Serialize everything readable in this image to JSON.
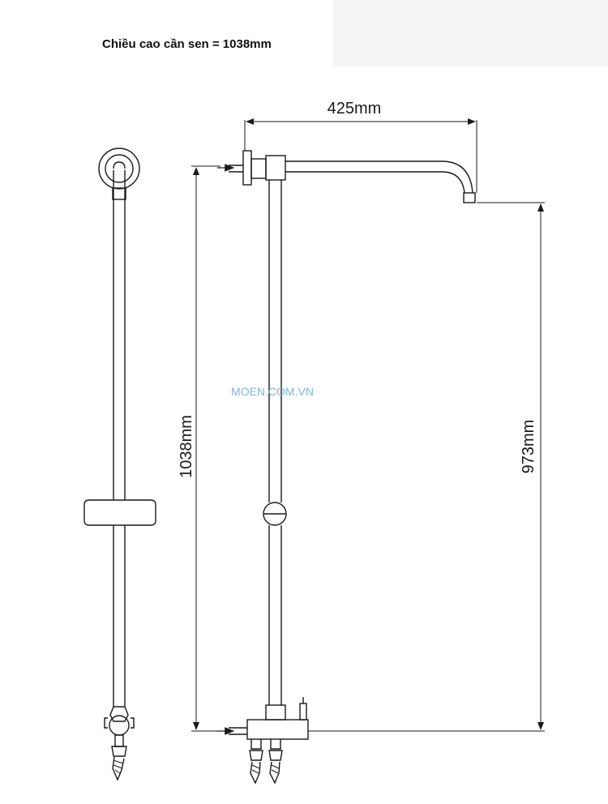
{
  "caption": "Chiều cao cần sen = 1038mm",
  "dimensions": {
    "width_label": "425mm",
    "total_height_label": "1038mm",
    "head_height_label": "973mm"
  },
  "watermark": "MOEN.COM.VN",
  "colors": {
    "line": "#1a1a1a",
    "watermark": "#7fb4e0"
  }
}
